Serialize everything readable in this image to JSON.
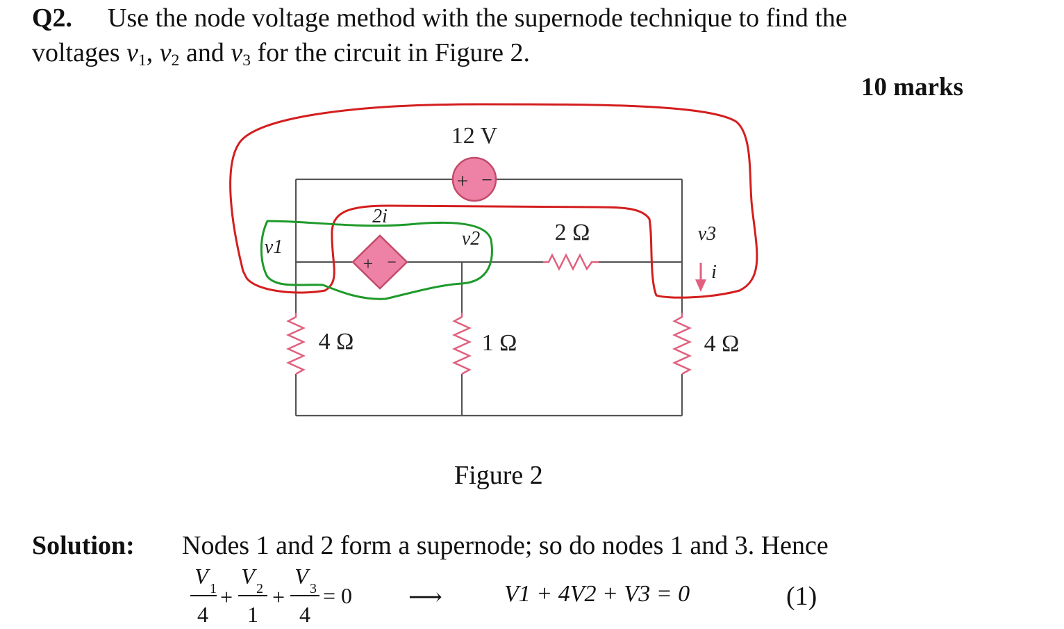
{
  "question": {
    "label": "Q2.",
    "line1": "Use the node voltage method with the supernode technique to find the",
    "line2_prefix": "voltages ",
    "v1_var": "v",
    "v1_sub": "1",
    "comma": ", ",
    "v2_var": "v",
    "v2_sub": "2",
    "and_text": " and ",
    "v3_var": "v",
    "v3_sub": "3",
    "line2_suffix": " for the circuit in Figure 2.",
    "marks": "10 marks"
  },
  "figure": {
    "source_label": "12 V",
    "source_plus": "+",
    "source_minus": "−",
    "dep_source_label": "2i",
    "dep_plus": "+",
    "dep_minus": "−",
    "node1_label": "v1",
    "node2_label": "v2",
    "node3_label": "v3",
    "res_top": "2 Ω",
    "res_left": "4 Ω",
    "res_mid": "1 Ω",
    "res_right": "4 Ω",
    "current_label": "i",
    "caption": "Figure 2",
    "colors": {
      "wire": "#555555",
      "component": "#e0607e",
      "component_fill": "#ee82a6",
      "annotation_red": "#d41e1e",
      "annotation_green": "#1e9a2a"
    }
  },
  "solution": {
    "label": "Solution:",
    "text": "Nodes 1 and 2 form a supernode; so do nodes 1 and 3.  Hence",
    "eq_left": {
      "t1_num": "V",
      "t1_sub": "1",
      "t1_den": "4",
      "t2_num": "V",
      "t2_sub": "2",
      "t2_den": "1",
      "t3_num": "V",
      "t3_sub": "3",
      "t3_den": "4",
      "plus": "+",
      "rhs": "= 0"
    },
    "arrow": "⟶",
    "eq_right": "V1 + 4V2 + V3 = 0",
    "eq_number": "(1)"
  }
}
